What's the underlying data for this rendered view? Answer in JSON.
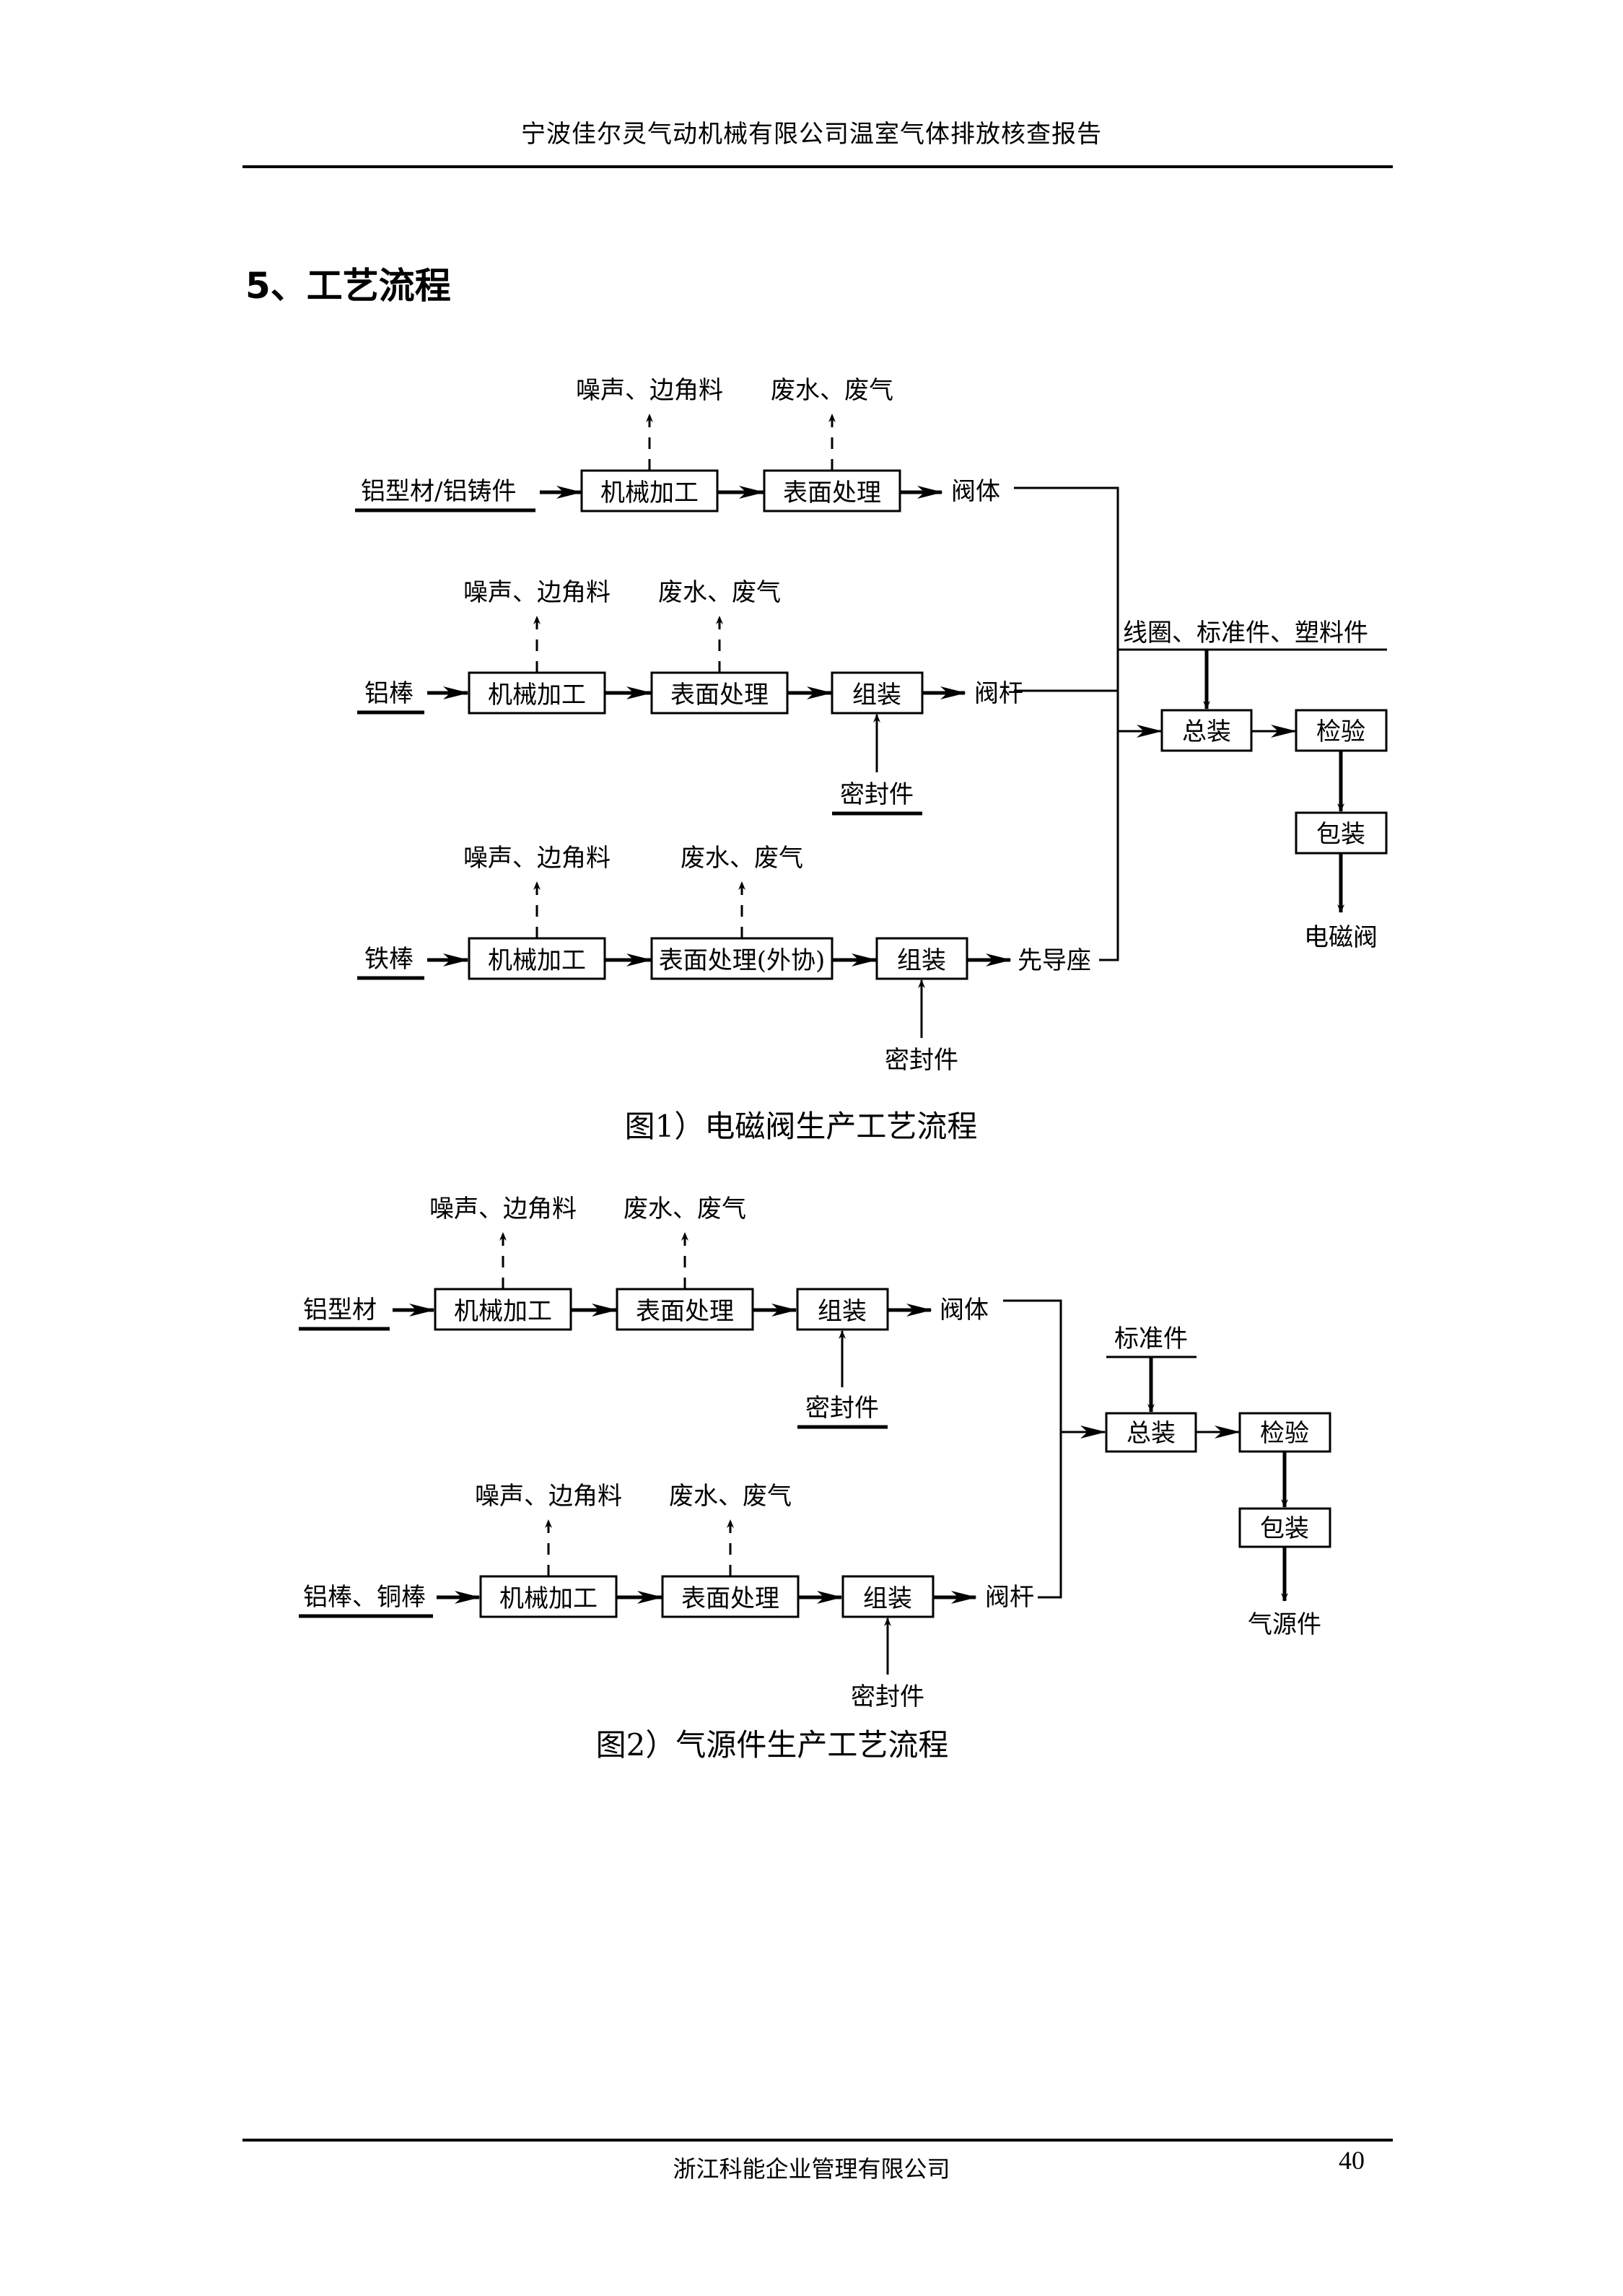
{
  "header": {
    "title": "宁波佳尔灵气动机械有限公司温室气体排放核查报告"
  },
  "section": {
    "title": "5、工艺流程"
  },
  "figure1": {
    "caption": "图1）电磁阀生产工艺流程",
    "rows": [
      {
        "input": "铝型材/铝铸件",
        "steps": [
          "机械加工",
          "表面处理"
        ],
        "emissions": [
          "噪声、边角料",
          "废水、废气"
        ],
        "output": "阀体"
      },
      {
        "input": "铝棒",
        "steps": [
          "机械加工",
          "表面处理",
          "组装"
        ],
        "emissions": [
          "噪声、边角料",
          "废水、废气"
        ],
        "assembly_input": "密封件",
        "output": "阀杆"
      },
      {
        "input": "铁棒",
        "steps": [
          "机械加工",
          "表面处理(外协)",
          "组装"
        ],
        "emissions": [
          "噪声、边角料",
          "废水、废气"
        ],
        "assembly_input": "密封件",
        "output": "先导座"
      }
    ],
    "extra_input": "线圈、标准件、塑料件",
    "final_steps": [
      "总装",
      "检验",
      "包装"
    ],
    "product": "电磁阀"
  },
  "figure2": {
    "caption": "图2）气源件生产工艺流程",
    "rows": [
      {
        "input": "铝型材",
        "steps": [
          "机械加工",
          "表面处理",
          "组装"
        ],
        "emissions": [
          "噪声、边角料",
          "废水、废气"
        ],
        "assembly_input": "密封件",
        "output": "阀体"
      },
      {
        "input": "铝棒、铜棒",
        "steps": [
          "机械加工",
          "表面处理",
          "组装"
        ],
        "emissions": [
          "噪声、边角料",
          "废水、废气"
        ],
        "assembly_input": "密封件",
        "output": "阀杆"
      }
    ],
    "extra_input": "标准件",
    "final_steps": [
      "总装",
      "检验",
      "包装"
    ],
    "product": "气源件"
  },
  "footer": {
    "company": "浙江科能企业管理有限公司",
    "page_number": "40"
  }
}
